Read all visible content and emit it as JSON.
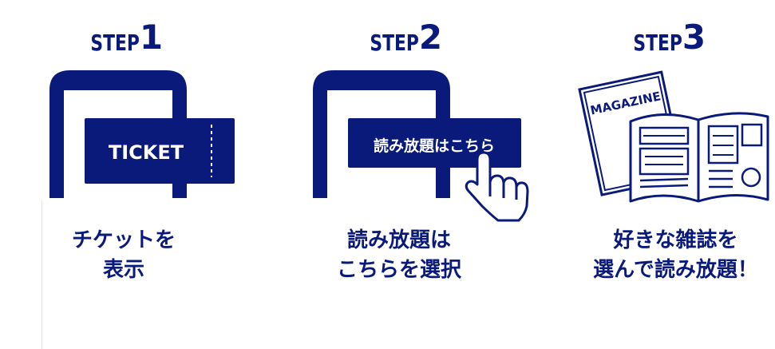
{
  "colors": {
    "primary": "#0a1a7a",
    "background": "#ffffff"
  },
  "steps": [
    {
      "word": "STEP",
      "number": "1",
      "icon": "phone-ticket-icon",
      "button_text": "TICKET",
      "caption": [
        "チケットを",
        "表示"
      ]
    },
    {
      "word": "STEP",
      "number": "2",
      "icon": "phone-tap-icon",
      "button_text": "読み放題はこちら",
      "caption": [
        "読み放題は",
        "こちらを選択"
      ]
    },
    {
      "word": "STEP",
      "number": "3",
      "icon": "magazine-icon",
      "magazine_title": "MAGAZINE",
      "caption": [
        "好きな雑誌を",
        "選んで読み放題！"
      ]
    }
  ]
}
